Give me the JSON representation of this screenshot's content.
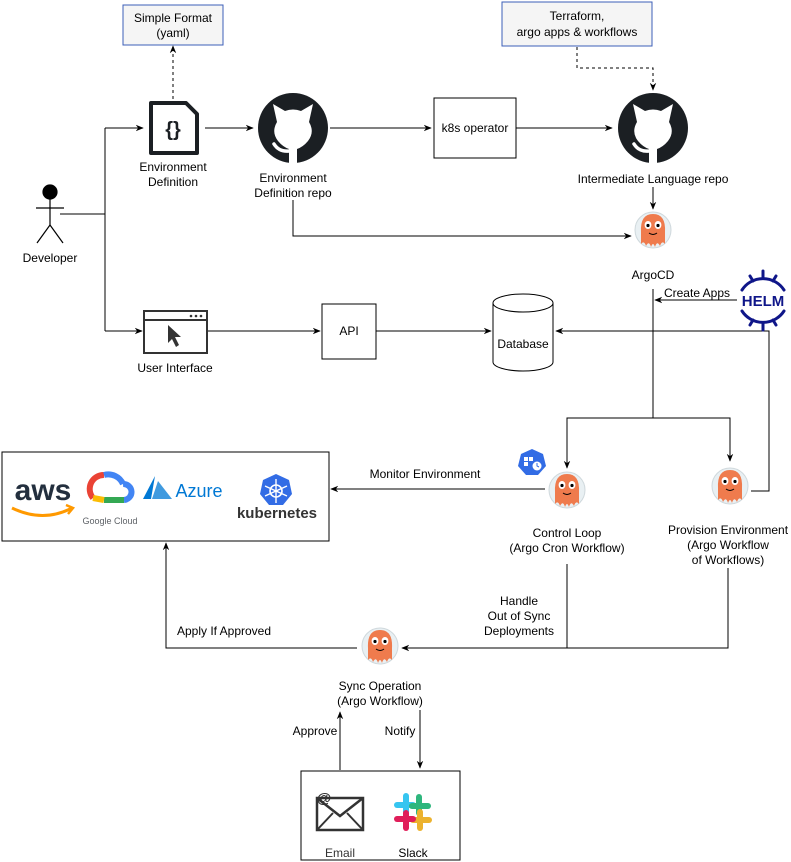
{
  "notes": {
    "simple_format": [
      "Simple Format",
      "(yaml)"
    ],
    "terraform": [
      "Terraform,",
      "argo apps & workflows"
    ]
  },
  "nodes": {
    "developer": "Developer",
    "env_definition": [
      "Environment",
      "Definition"
    ],
    "env_def_repo": [
      "Environment",
      "Definition repo"
    ],
    "k8s_operator": "k8s operator",
    "intermediate_repo": "Intermediate Language repo",
    "argocd": "ArgoCD",
    "helm_logo": "HELM",
    "user_interface": "User Interface",
    "api": "API",
    "database": "Database",
    "control_loop": [
      "Control Loop",
      "(Argo Cron Workflow)"
    ],
    "provision_env": [
      "Provision Environment",
      "(Argo Workflow",
      "of Workflows)"
    ],
    "sync_operation": [
      "Sync Operation",
      "(Argo Workflow)"
    ],
    "email": "Email",
    "slack": "Slack"
  },
  "cloud_logos": {
    "aws": "aws",
    "google_cloud": "Google Cloud",
    "azure": "Azure",
    "kubernetes": "kubernetes"
  },
  "edge_labels": {
    "create_apps": "Create Apps",
    "monitor_environment": "Monitor Environment",
    "handle_out_of_sync": [
      "Handle",
      "Out of Sync",
      "Deployments"
    ],
    "apply_if_approved": "Apply If Approved",
    "approve": "Approve",
    "notify": "Notify"
  },
  "colors": {
    "note_fill": "#f5f5f5",
    "note_border": "#3c5fb8",
    "github": "#1b1f23",
    "argo_orange": "#ef7b4d",
    "helm_blue": "#0f1689",
    "k8s_blue": "#326ce5",
    "aws_orange": "#ff9900",
    "aws_text": "#232f3e",
    "azure_blue": "#0078d4"
  },
  "icons": {
    "yaml_file": "file-braces-icon",
    "github": "github-octocat-icon",
    "argo": "argo-octopus-icon",
    "browser": "browser-window-icon",
    "database": "database-cylinder-icon",
    "cron": "kubernetes-cronjob-icon",
    "email": "email-envelope-icon",
    "slack": "slack-logo-icon",
    "developer": "stick-figure-icon"
  }
}
